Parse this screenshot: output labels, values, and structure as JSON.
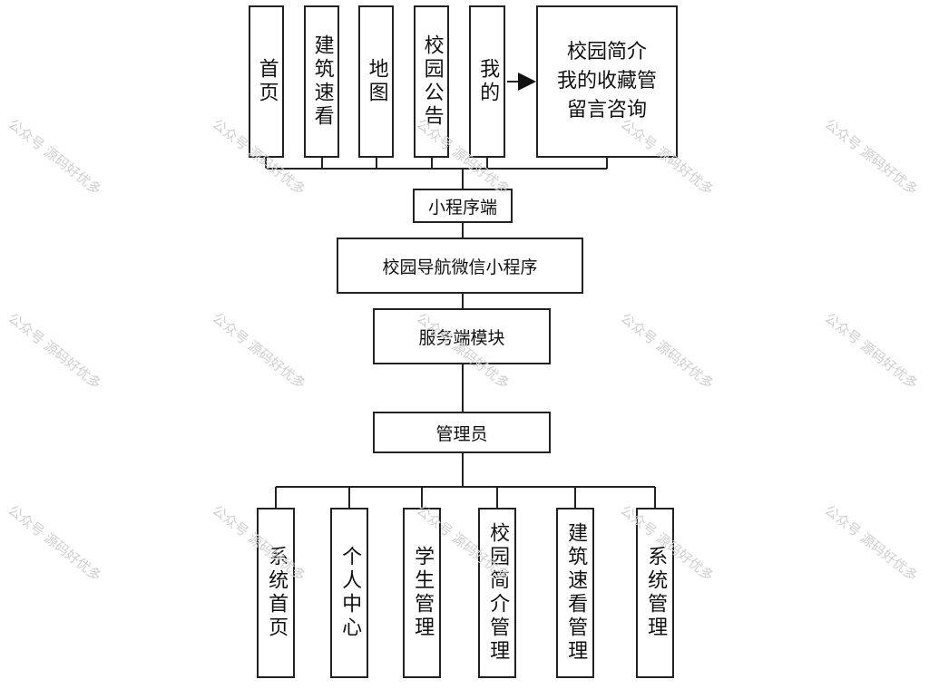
{
  "top_items": [
    "首页",
    "建筑速看",
    "地图",
    "校园公告",
    "我的"
  ],
  "my_detail_lines": [
    "校园简介",
    "我的收藏管",
    "留言咨询"
  ],
  "client_label": "小程序端",
  "app_label": "校园导航微信小程序",
  "server_label": "服务端模块",
  "admin_label": "管理员",
  "admin_items": [
    "系统首页",
    "个人中心",
    "学生管理",
    "校园简介管理",
    "建筑速看管理",
    "系统管理"
  ],
  "watermark": "公众号 源码好优多"
}
